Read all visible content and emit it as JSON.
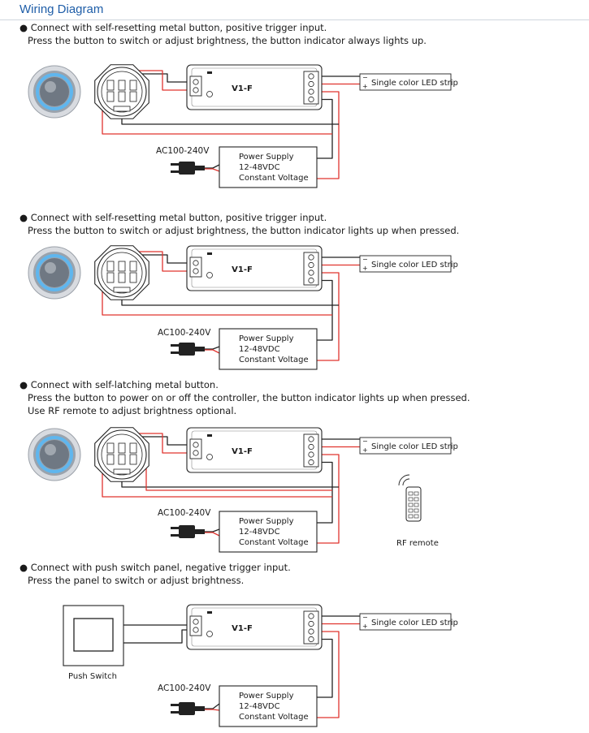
{
  "title": "Wiring Diagram",
  "bullet": "●",
  "colors": {
    "red": "#e0342f",
    "black": "#222222",
    "title": "#1f5ea8",
    "gray": "#6a6a6a"
  },
  "sections": [
    {
      "lines": [
        "Connect with self-resetting metal button, positive trigger input.",
        "Press the button to switch or adjust brightness, the button indicator always lights up."
      ],
      "controller_label": "V1-F",
      "led_label": "Single color LED strip",
      "ac_label": "AC100-240V",
      "psu_lines": [
        "Power Supply",
        "12-48VDC",
        "Constant Voltage"
      ],
      "input_type": "metal-button"
    },
    {
      "lines": [
        "Connect with self-resetting metal button, positive trigger input.",
        "Press the button to switch or adjust brightness, the button indicator lights up when pressed."
      ],
      "controller_label": "V1-F",
      "led_label": "Single color LED strip",
      "ac_label": "AC100-240V",
      "psu_lines": [
        "Power Supply",
        "12-48VDC",
        "Constant Voltage"
      ],
      "input_type": "metal-button"
    },
    {
      "lines": [
        "Connect with self-latching metal button.",
        "Press the button to power on or off the controller, the button indicator lights up when pressed.",
        "Use RF remote to adjust brightness optional."
      ],
      "controller_label": "V1-F",
      "led_label": "Single color LED strip",
      "ac_label": "AC100-240V",
      "psu_lines": [
        "Power Supply",
        "12-48VDC",
        "Constant Voltage"
      ],
      "input_type": "metal-button",
      "remote_label": "RF remote"
    },
    {
      "lines": [
        "Connect with push switch panel, negative trigger input.",
        "Press the panel to switch or adjust brightness."
      ],
      "controller_label": "V1-F",
      "led_label": "Single color LED strip",
      "ac_label": "AC100-240V",
      "psu_lines": [
        "Power Supply",
        "12-48VDC",
        "Constant Voltage"
      ],
      "input_type": "push-switch",
      "switch_label": "Push Switch"
    }
  ]
}
